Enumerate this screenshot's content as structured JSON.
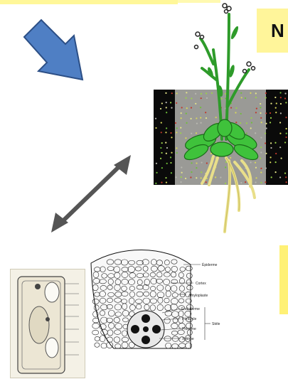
{
  "title_letter": "N",
  "root_section_labels": {
    "epiderme": "Épiderme",
    "cortex": "Cortex",
    "amyloplaste": "Amyloplaste",
    "endoderme": "Endoderme",
    "pericycle": "Péricycle",
    "phloeme": "Phloème",
    "xyleme": "Xylème",
    "stele": "Stèle"
  },
  "colors": {
    "arrow_fill": "#4f7fc4",
    "arrow_stroke": "#2c4f86",
    "double_arrow": "#555555",
    "highlight_yellow": "#fff59a",
    "stem_green": "#2e9b2a",
    "root_cream": "#f0e79a"
  },
  "icons": [
    "down-right-arrow-icon",
    "double-headed-arrow-icon"
  ]
}
